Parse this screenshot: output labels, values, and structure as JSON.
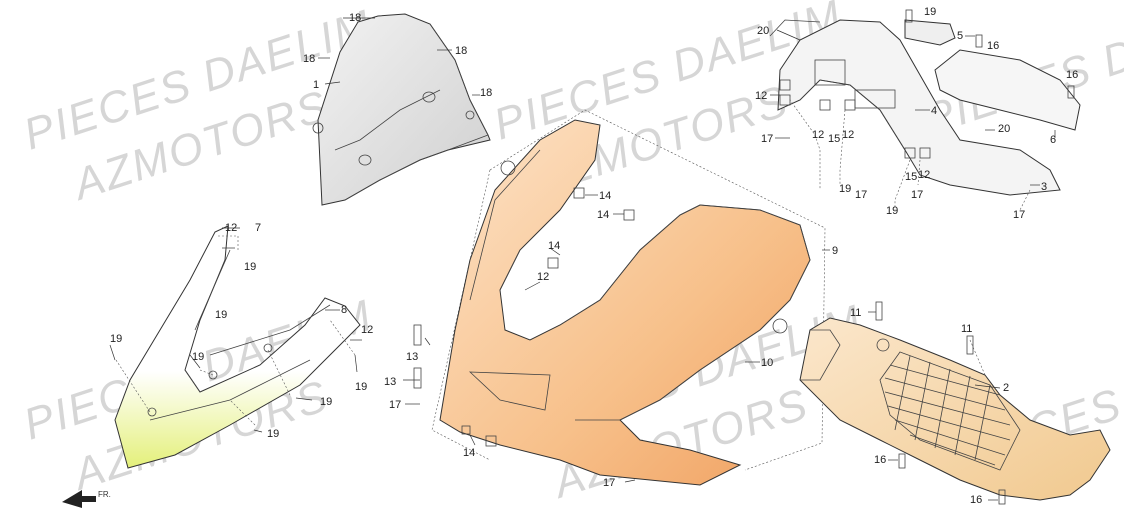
{
  "watermark": {
    "lines": [
      "PIECES DAELIM",
      "AZMOTORS"
    ]
  },
  "direction": {
    "label": "FR."
  },
  "callouts": [
    {
      "id": "c1",
      "text": "1"
    },
    {
      "id": "c2",
      "text": "2"
    },
    {
      "id": "c3",
      "text": "3"
    },
    {
      "id": "c4",
      "text": "4"
    },
    {
      "id": "c5",
      "text": "5"
    },
    {
      "id": "c6",
      "text": "6"
    },
    {
      "id": "c7",
      "text": "7"
    },
    {
      "id": "c8",
      "text": "8"
    },
    {
      "id": "c9",
      "text": "9"
    },
    {
      "id": "c10",
      "text": "10"
    },
    {
      "id": "c11a",
      "text": "11"
    },
    {
      "id": "c11b",
      "text": "11"
    },
    {
      "id": "c12a",
      "text": "12"
    },
    {
      "id": "c12b",
      "text": "12"
    },
    {
      "id": "c12c",
      "text": "12"
    },
    {
      "id": "c12d",
      "text": "12"
    },
    {
      "id": "c12e",
      "text": "12"
    },
    {
      "id": "c12f",
      "text": "12"
    },
    {
      "id": "c12g",
      "text": "12"
    },
    {
      "id": "c13a",
      "text": "13"
    },
    {
      "id": "c13b",
      "text": "13"
    },
    {
      "id": "c14a",
      "text": "14"
    },
    {
      "id": "c14b",
      "text": "14"
    },
    {
      "id": "c14c",
      "text": "14"
    },
    {
      "id": "c14d",
      "text": "14"
    },
    {
      "id": "c15a",
      "text": "15"
    },
    {
      "id": "c15b",
      "text": "15"
    },
    {
      "id": "c16a",
      "text": "16"
    },
    {
      "id": "c16b",
      "text": "16"
    },
    {
      "id": "c16c",
      "text": "16"
    },
    {
      "id": "c16d",
      "text": "16"
    },
    {
      "id": "c17a",
      "text": "17"
    },
    {
      "id": "c17b",
      "text": "17"
    },
    {
      "id": "c17c",
      "text": "17"
    },
    {
      "id": "c17d",
      "text": "17"
    },
    {
      "id": "c17e",
      "text": "17"
    },
    {
      "id": "c18a",
      "text": "18"
    },
    {
      "id": "c18b",
      "text": "18"
    },
    {
      "id": "c18c",
      "text": "18"
    },
    {
      "id": "c18d",
      "text": "18"
    },
    {
      "id": "c19a",
      "text": "19"
    },
    {
      "id": "c19b",
      "text": "19"
    },
    {
      "id": "c19c",
      "text": "19"
    },
    {
      "id": "c19d",
      "text": "19"
    },
    {
      "id": "c19e",
      "text": "19"
    },
    {
      "id": "c19f",
      "text": "19"
    },
    {
      "id": "c19g",
      "text": "19"
    },
    {
      "id": "c19h",
      "text": "19"
    },
    {
      "id": "c19i",
      "text": "19"
    },
    {
      "id": "c19j",
      "text": "19"
    },
    {
      "id": "c20a",
      "text": "20"
    },
    {
      "id": "c20b",
      "text": "20"
    }
  ],
  "colors": {
    "front_cover": "#f4b47a",
    "under_cover": "#f6d7ab",
    "inner_cover": "#ffffff",
    "highlight": "#e9f38a",
    "watermark": "#d6d6d6"
  }
}
